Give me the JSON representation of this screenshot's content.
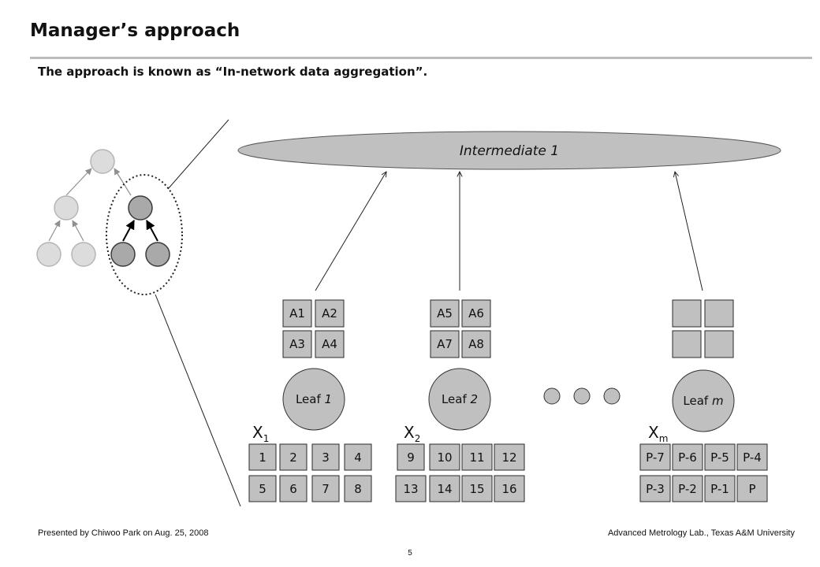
{
  "header": {
    "title": "Manager’s approach",
    "subtitle": "The approach is known as “In-network data aggregation”."
  },
  "diagram": {
    "intermediate": {
      "label": "Intermediate 1"
    },
    "leaves": [
      {
        "leaf_prefix": "Leaf ",
        "leaf_num": "1",
        "x_main": "X",
        "x_sub": "1",
        "a_boxes": [
          "A1",
          "A2",
          "A3",
          "A4"
        ],
        "data_boxes": [
          "1",
          "2",
          "3",
          "4",
          "5",
          "6",
          "7",
          "8"
        ]
      },
      {
        "leaf_prefix": "Leaf ",
        "leaf_num": "2",
        "x_main": "X",
        "x_sub": "2",
        "a_boxes": [
          "A5",
          "A6",
          "A7",
          "A8"
        ],
        "data_boxes": [
          "9",
          "10",
          "11",
          "12",
          "13",
          "14",
          "15",
          "16"
        ]
      },
      {
        "leaf_prefix": "Leaf ",
        "leaf_num": "m",
        "x_main": "X",
        "x_sub": "m",
        "a_boxes": [
          "",
          "",
          "",
          ""
        ],
        "data_boxes": [
          "P-7",
          "P-6",
          "P-5",
          "P-4",
          "P-3",
          "P-2",
          "P-1",
          "P"
        ]
      }
    ]
  },
  "colors": {
    "box_fill": "#c0c0c0",
    "node_light": "#dcdcdc",
    "node_dark": "#a9a9a9",
    "rule": "#bdbdbd"
  },
  "footer": {
    "left": "Presented by Chiwoo Park on Aug. 25,  2008",
    "right": "Advanced Metrology Lab., Texas A&M University",
    "page": "5"
  }
}
